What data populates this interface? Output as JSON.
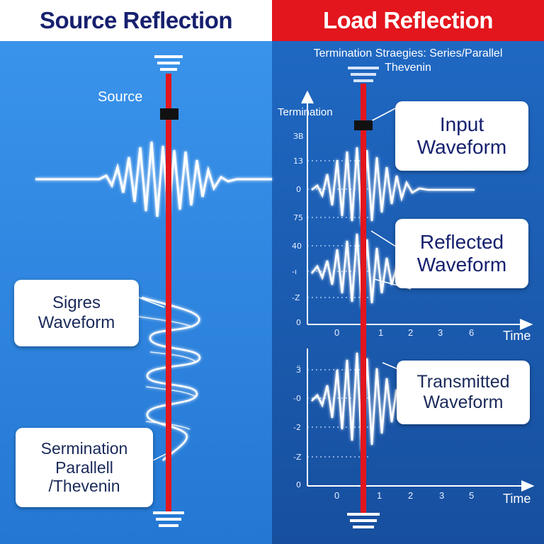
{
  "colors": {
    "left_bg": "#2f86e0",
    "right_bg": "#1a5fb8",
    "red_line": "#e3151d",
    "header_left_text": "#16206e",
    "header_right_bg": "#e3151d"
  },
  "headers": {
    "left": "Source Reflection",
    "right": "Load Reflection"
  },
  "subtitle": "Termination Straegies: Series/Parallel\nThevenin",
  "labels": {
    "source": "Source",
    "termination": "Termination"
  },
  "callouts": {
    "input": "Input\nWaveform",
    "reflected": "Reflected\nWaveform",
    "transmitted": "Transmitted\nWaveform",
    "sigres": "Sigres\nWaveform",
    "sermination": "Sermination\nParallell\n/Thevenin"
  },
  "upper_chart": {
    "y_ticks": [
      "ЗВ",
      "13",
      "0",
      "75",
      "40",
      "-ı",
      "-Z",
      "0"
    ],
    "x_ticks": [
      "0",
      "1",
      "2",
      "3",
      "6"
    ],
    "x_label": "Time"
  },
  "lower_chart": {
    "y_ticks": [
      "Ӟ",
      "-0",
      "-2",
      "-Z",
      "0"
    ],
    "x_ticks": [
      "0",
      "1",
      "2",
      "3",
      "5"
    ],
    "x_label": "Time"
  },
  "icons": [
    "ground-symbol-icon",
    "connector-block-icon"
  ]
}
